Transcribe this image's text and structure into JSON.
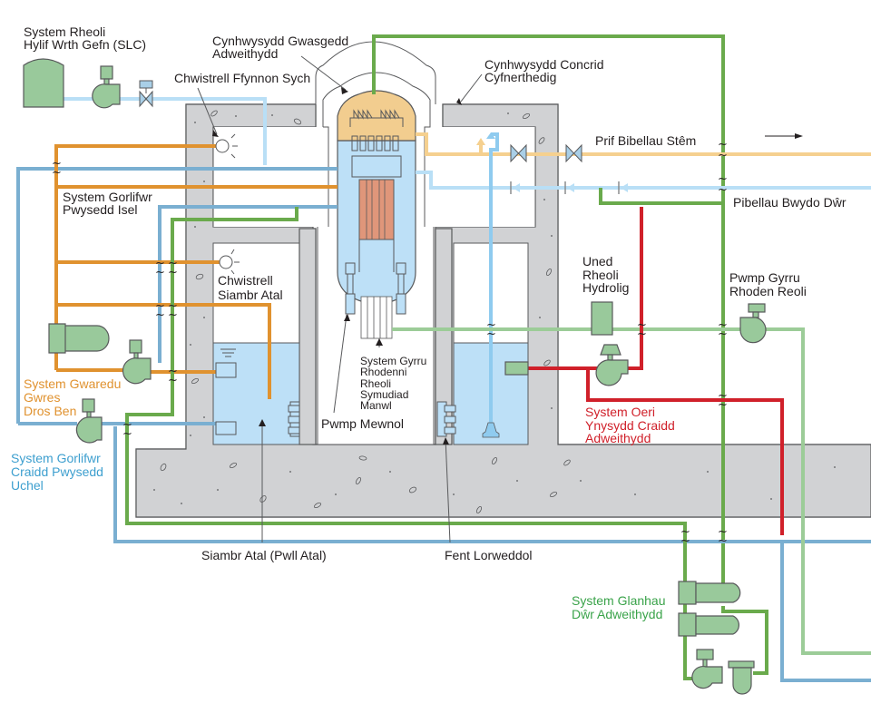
{
  "diagram": {
    "type": "boiling-water-reactor-schematic",
    "language": "Welsh",
    "colors": {
      "concrete": "#d1d2d4",
      "water": "#bde0f7",
      "equipment": "#99c99b",
      "core": "#e0967a",
      "steam_dome": "#f2cd8f",
      "pipe_orange": "#e0922f",
      "pipe_blue": "#7aafd1",
      "pipe_light_blue": "#b9dff6",
      "pipe_green": "#6aaa4c",
      "pipe_light_green": "#9ccc98",
      "pipe_red": "#d0202a",
      "pipe_steam": "#f5d08f"
    },
    "labels": {
      "slc_line1": "System Rheoli",
      "slc_line2": "Hylif Wrth Gefn (SLC)",
      "rpv_line1": "Cynhwysydd Gwasgedd",
      "rpv_line2": "Adweithydd",
      "drywell_spray": "Chwistrell Ffynnon Sych",
      "rcc_line1": "Cynhwysydd Concrid",
      "rcc_line2": "Cyfnerthedig",
      "main_steam": "Prif Bibellau Stêm",
      "feedwater": "Pibellau Bwydo Dŵr",
      "lpcf_line1": "System Gorlifwr",
      "lpcf_line2": "Pwysedd Isel",
      "wetwell_spray_line1": "Chwistrell",
      "wetwell_spray_line2": "Siambr Atal",
      "rhr_line1": "System Gwaredu",
      "rhr_line2": "Gwres",
      "rhr_line3": "Dros Ben",
      "hpcf_line1": "System Gorlifwr",
      "hpcf_line2": "Craidd Pwysedd",
      "hpcf_line3": "Uchel",
      "fmcrd_line1": "System Gyrru",
      "fmcrd_line2": "Rhodenni",
      "fmcrd_line3": "Rheoli",
      "fmcrd_line4": "Symudiad",
      "fmcrd_line5": "Manwl",
      "internal_pump": "Pwmp Mewnol",
      "hcu_line1": "Uned",
      "hcu_line2": "Rheoli",
      "hcu_line3": "Hydrolig",
      "crd_pump_line1": "Pwmp Gyrru",
      "crd_pump_line2": "Rhoden Reoli",
      "rcic_line1": "System Oeri",
      "rcic_line2": "Ynysydd Craidd",
      "rcic_line3": "Adweithydd",
      "suppression_pool": "Siambr Atal (Pwll Atal)",
      "horizontal_vent": "Fent Lorweddol",
      "cuw_line1": "System Glanhau",
      "cuw_line2": "Dŵr Adweithydd"
    },
    "flow_arrow": "right"
  }
}
